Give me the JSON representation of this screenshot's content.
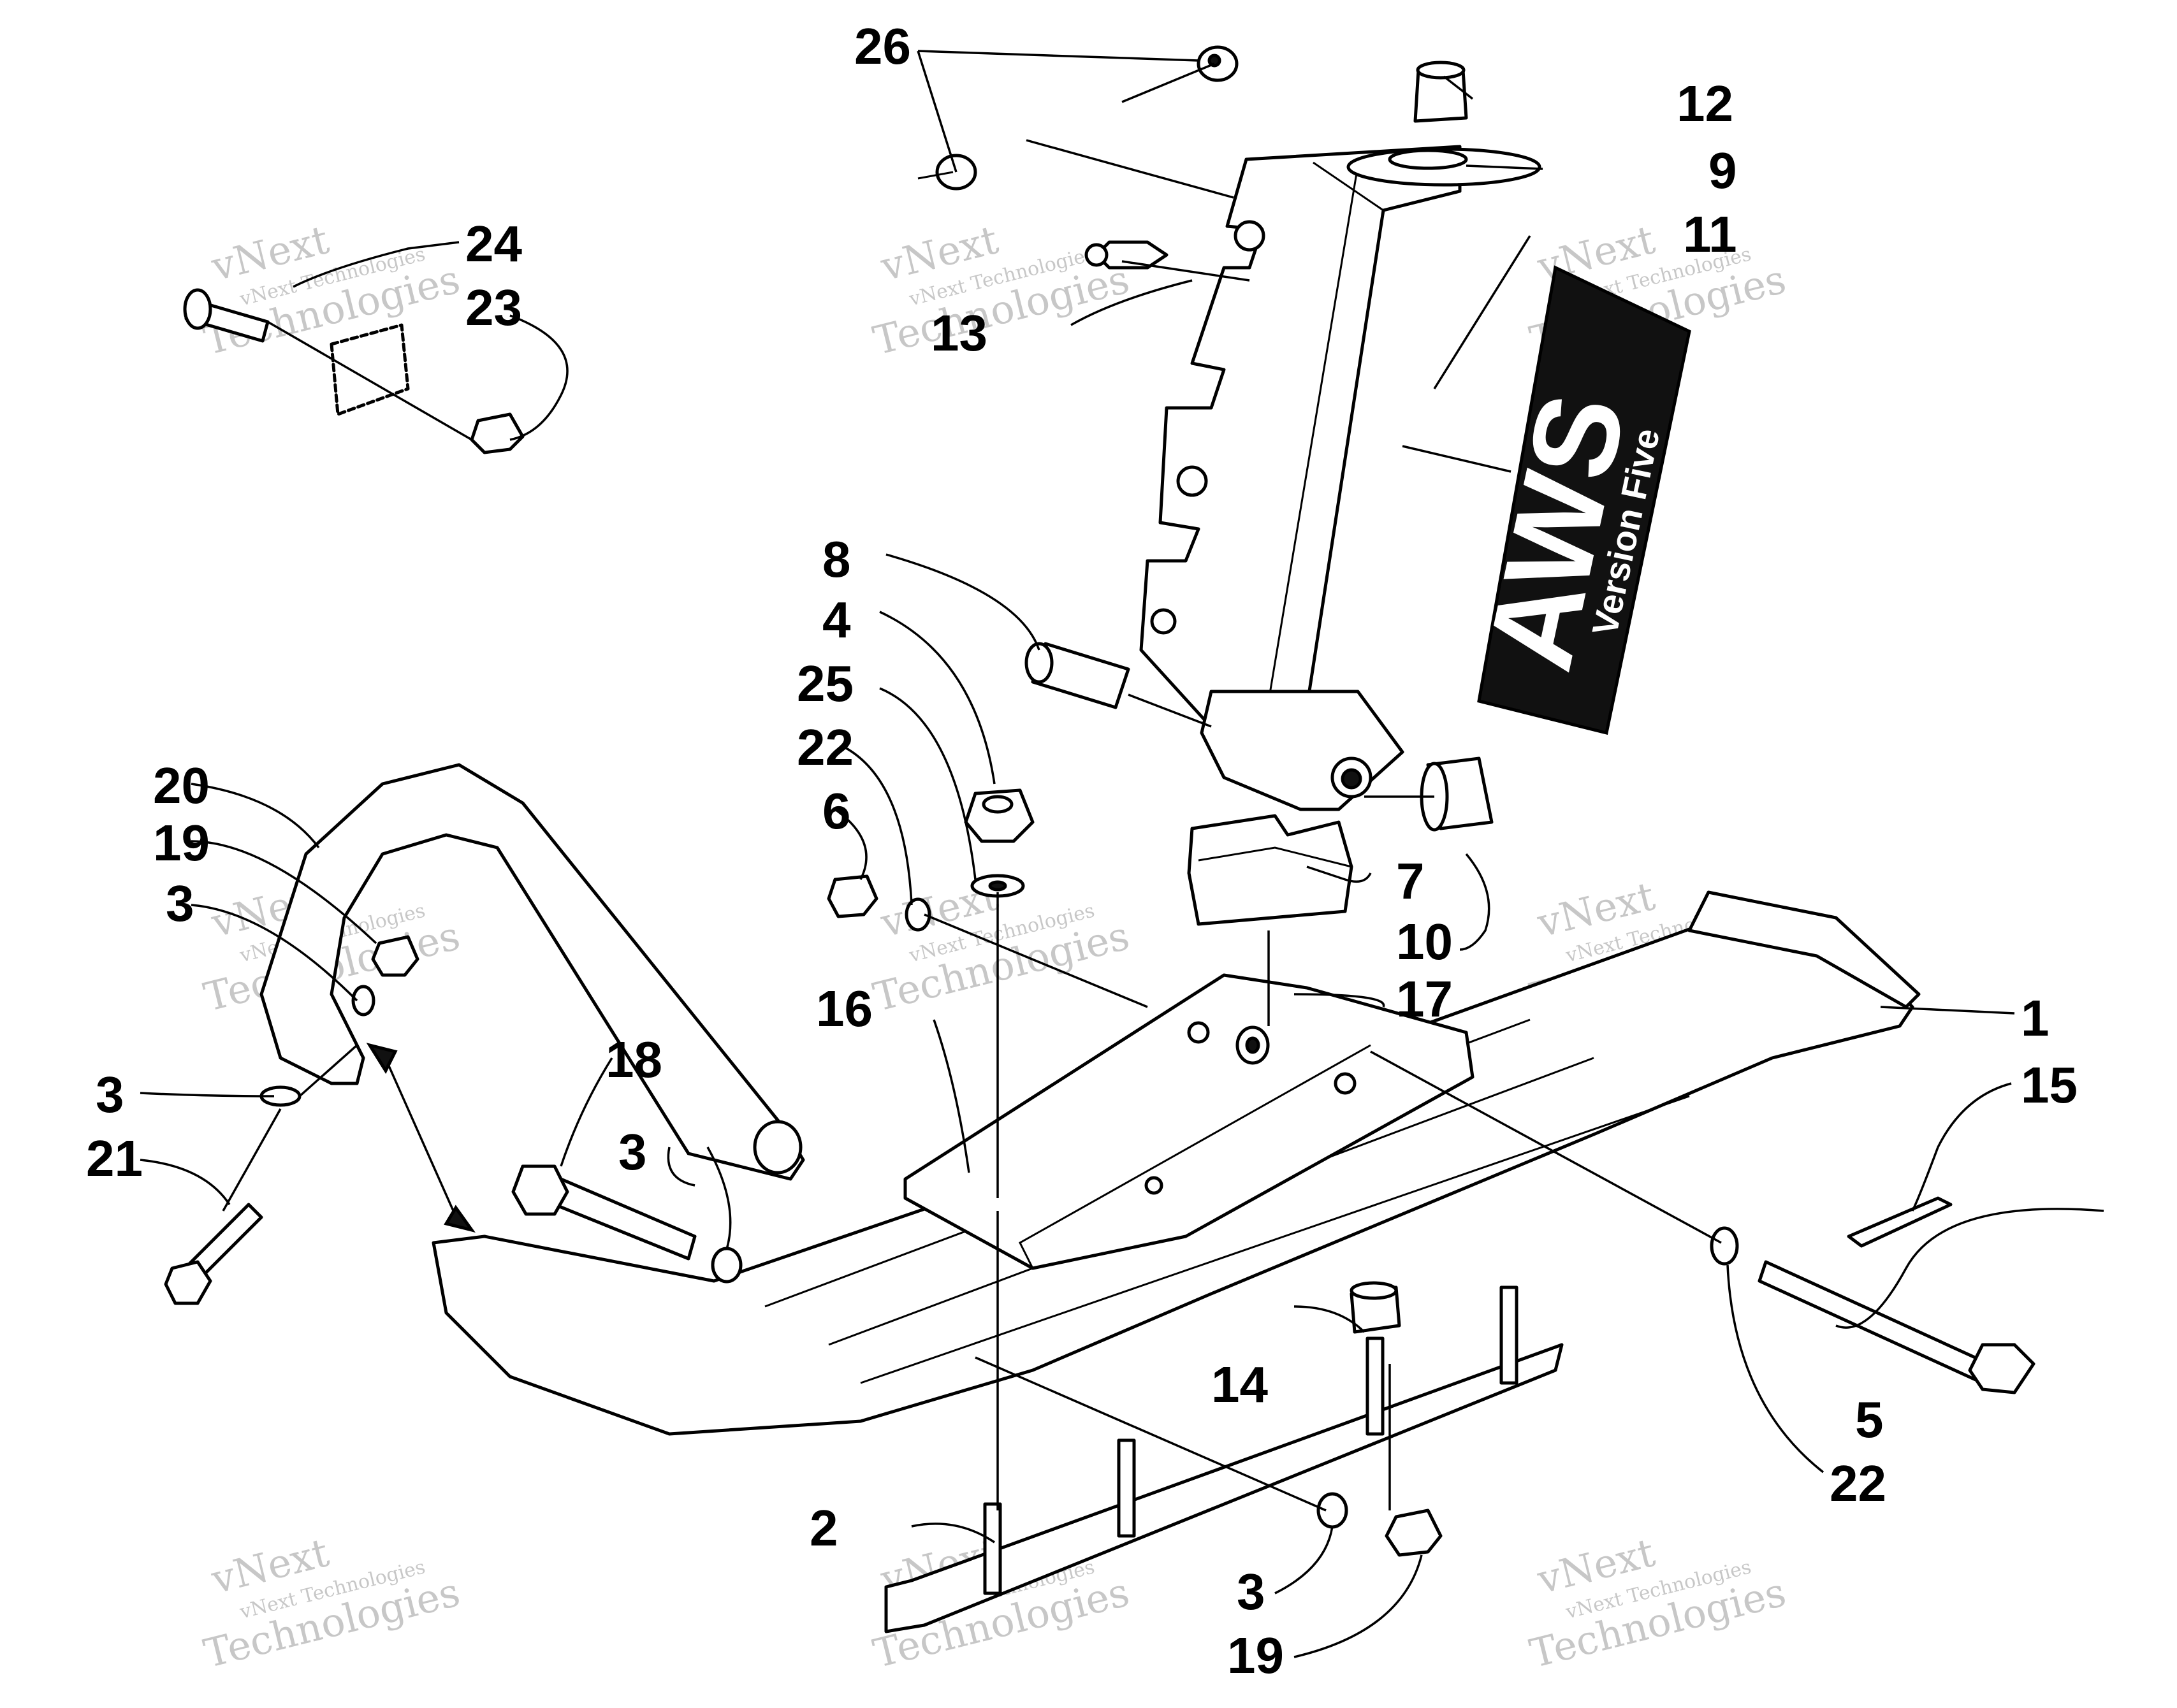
{
  "diagram": {
    "callouts": [
      "1",
      "2",
      "3",
      "3",
      "3",
      "3",
      "4",
      "5",
      "6",
      "7",
      "8",
      "9",
      "10",
      "11",
      "12",
      "13",
      "14",
      "15",
      "16",
      "17",
      "18",
      "19",
      "19",
      "20",
      "21",
      "22",
      "22",
      "23",
      "24",
      "25",
      "26"
    ],
    "decal": {
      "brand": "AWS",
      "subtitle": "Version Five"
    },
    "watermark": {
      "line1": "vNext Technologies",
      "line2": "vNext",
      "line3": "Technologies"
    }
  }
}
